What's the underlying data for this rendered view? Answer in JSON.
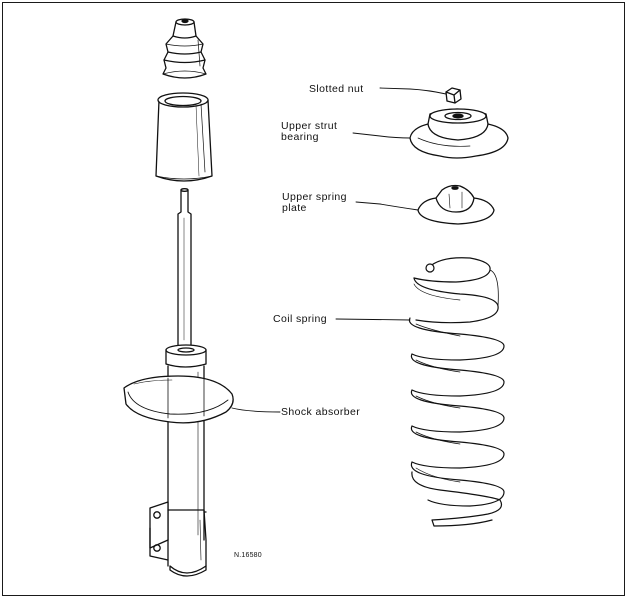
{
  "labels": {
    "slotted_nut": "Slotted nut",
    "upper_strut_bearing": [
      "Upper strut",
      "bearing"
    ],
    "upper_spring_plate": [
      "Upper spring",
      "plate"
    ],
    "coil_spring": "Coil spring",
    "shock_absorber": "Shock absorber",
    "figure_ref": "N.16580"
  }
}
